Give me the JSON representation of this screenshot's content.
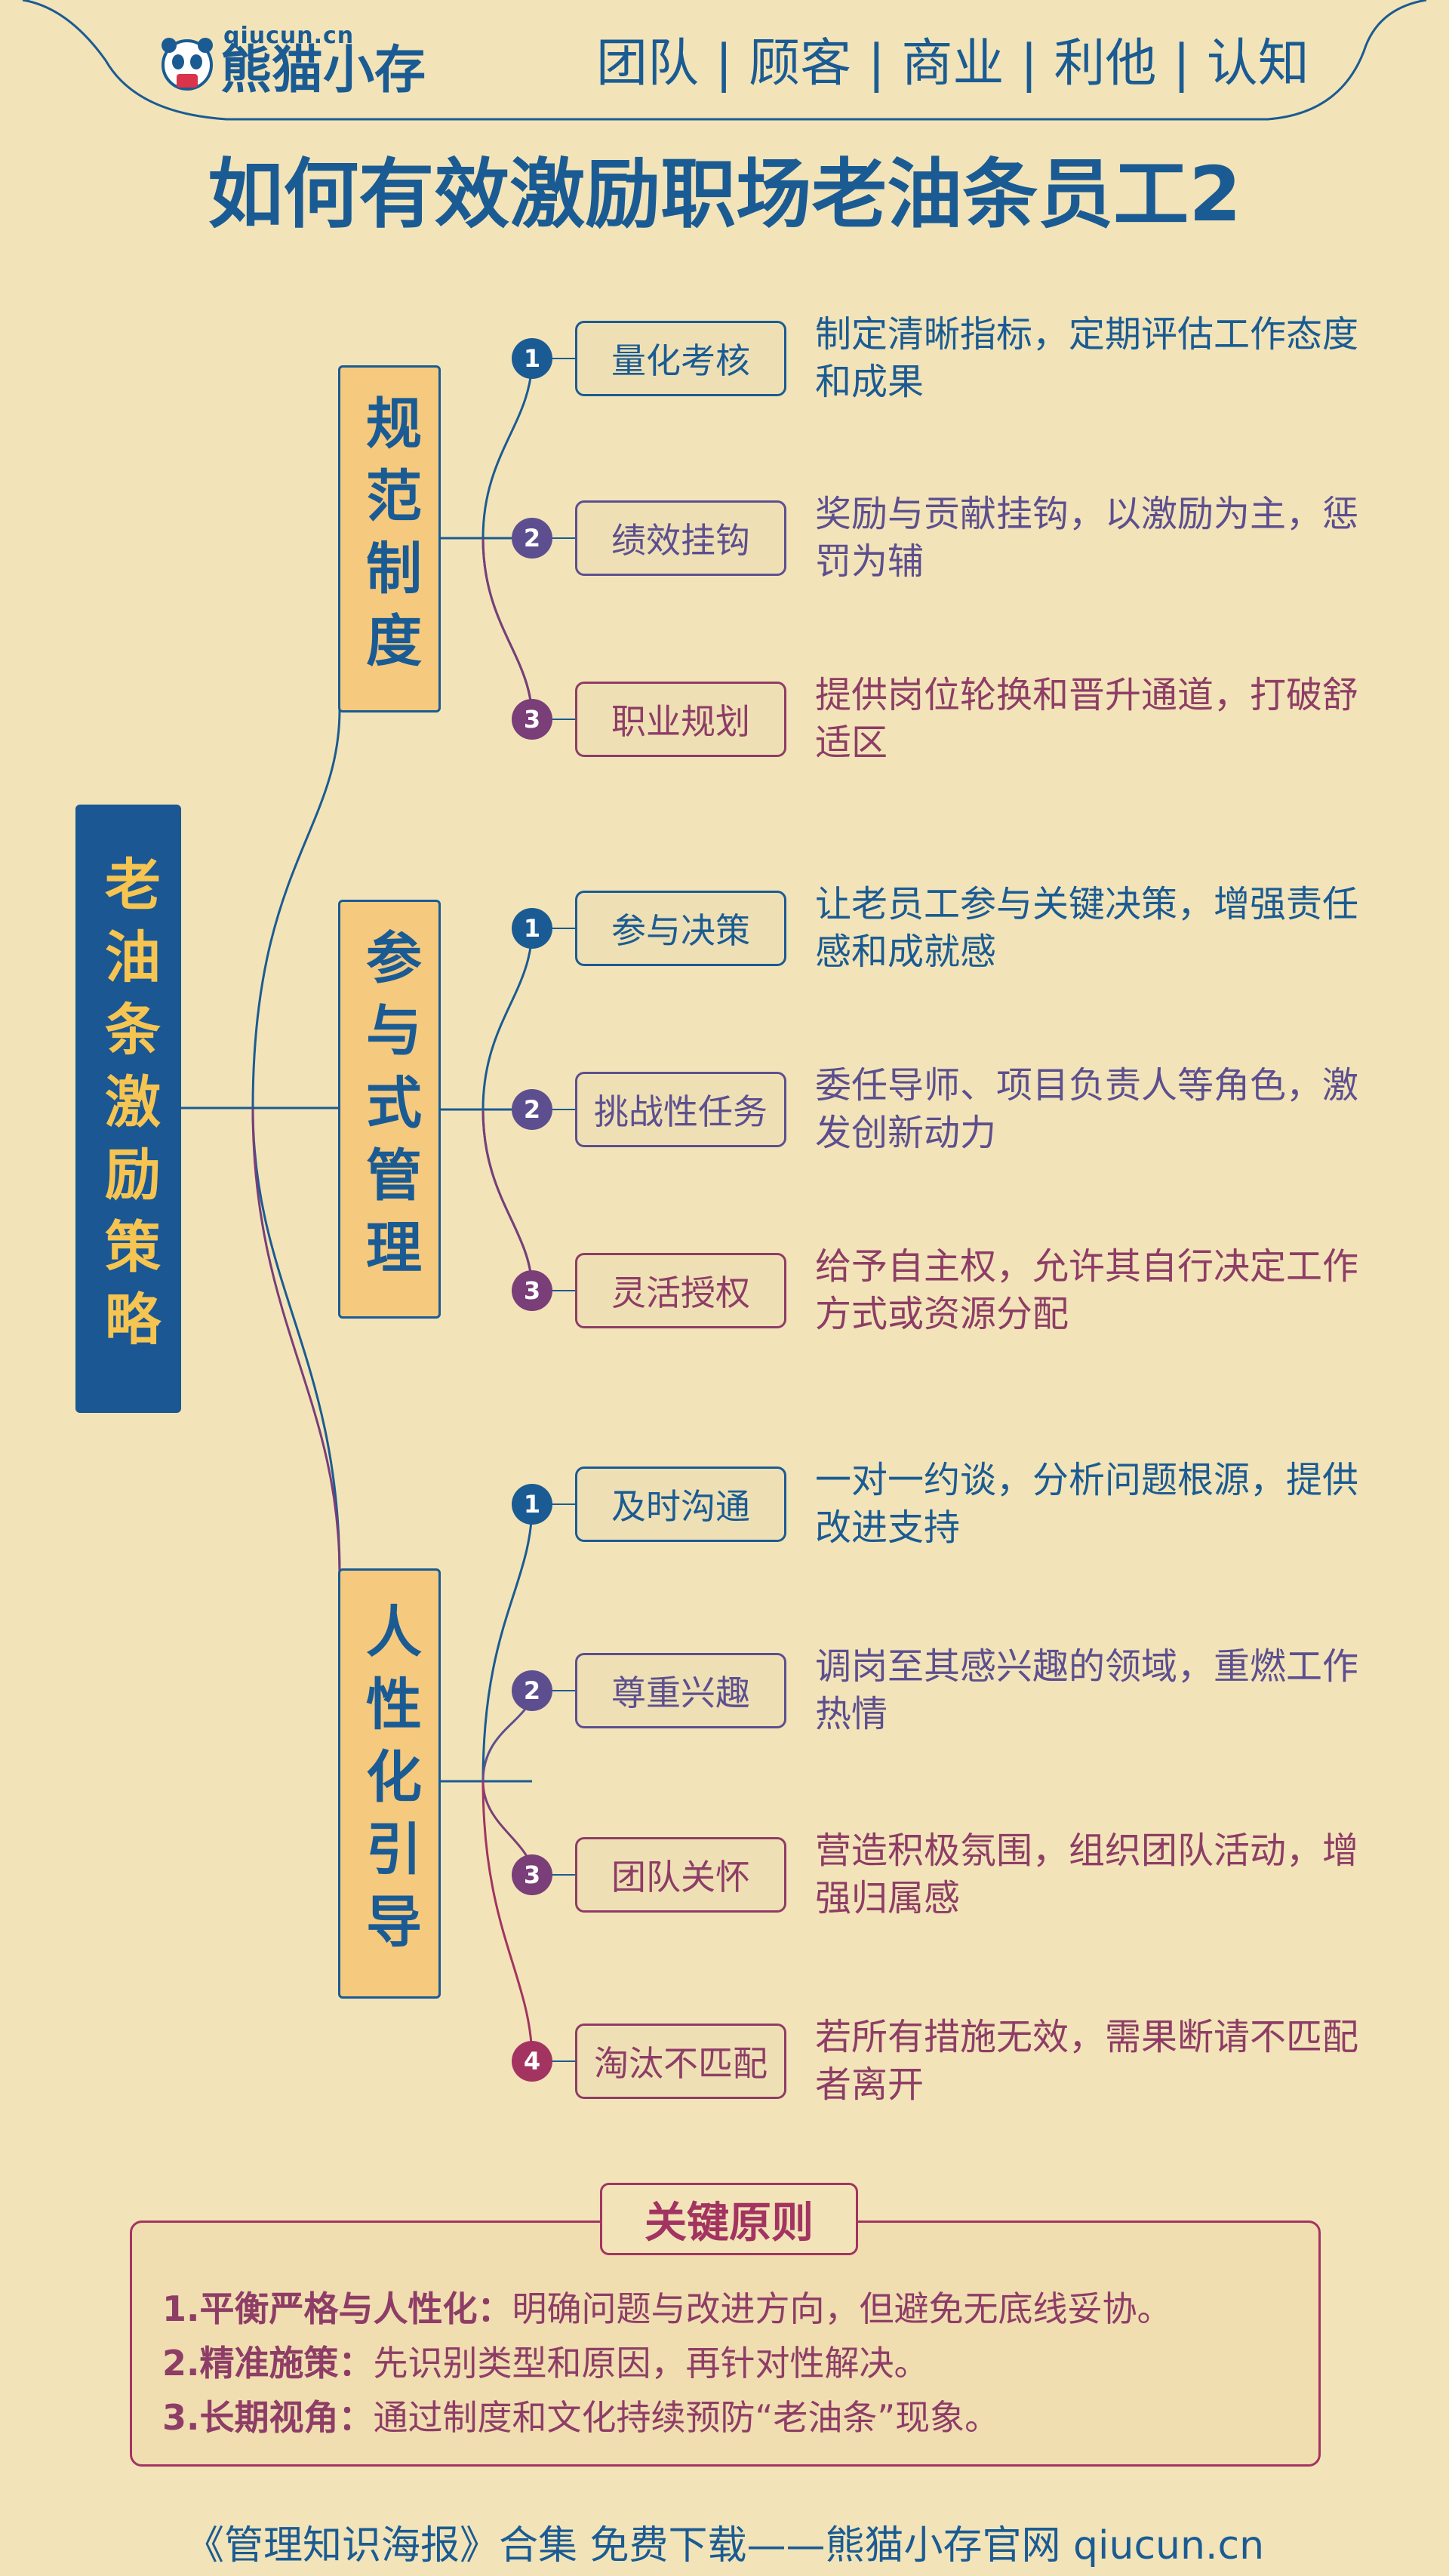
{
  "header": {
    "logo_domain": "qiucun.cn",
    "logo_name": "熊猫小存",
    "nav_items": [
      "团队",
      "顾客",
      "商业",
      "利他",
      "认知"
    ]
  },
  "title": "如何有效激励职场老油条员工2",
  "root": "老油条激励策略",
  "branches": [
    {
      "label": "规范制度",
      "items": [
        {
          "num": "1",
          "label": "量化考核",
          "desc": "制定清晰指标，定期评估工作态度和成果"
        },
        {
          "num": "2",
          "label": "绩效挂钩",
          "desc": "奖励与贡献挂钩，以激励为主，惩罚为辅"
        },
        {
          "num": "3",
          "label": "职业规划",
          "desc": "提供岗位轮换和晋升通道，打破舒适区"
        }
      ]
    },
    {
      "label": "参与式管理",
      "items": [
        {
          "num": "1",
          "label": "参与决策",
          "desc": "让老员工参与关键决策，增强责任感和成就感"
        },
        {
          "num": "2",
          "label": "挑战性任务",
          "desc": "委任导师、项目负责人等角色，激发创新动力"
        },
        {
          "num": "3",
          "label": "灵活授权",
          "desc": "给予自主权，允许其自行决定工作方式或资源分配"
        }
      ]
    },
    {
      "label": "人性化引导",
      "items": [
        {
          "num": "1",
          "label": "及时沟通",
          "desc": "一对一约谈，分析问题根源，提供改进支持"
        },
        {
          "num": "2",
          "label": "尊重兴趣",
          "desc": "调岗至其感兴趣的领域，重燃工作热情"
        },
        {
          "num": "3",
          "label": "团队关怀",
          "desc": "营造积极氛围，组织团队活动，增强归属感"
        },
        {
          "num": "4",
          "label": "淘汰不匹配",
          "desc": "若所有措施无效，需果断请不匹配者离开"
        }
      ]
    }
  ],
  "key_principles": {
    "title": "关键原则",
    "items": [
      {
        "head": "1.平衡严格与人性化：",
        "text": "明确问题与改进方向，但避免无底线妥协。"
      },
      {
        "head": "2.精准施策：",
        "text": "先识别类型和原因，再针对性解决。"
      },
      {
        "head": "3.长期视角：",
        "text": "通过制度和文化持续预防“老油条”现象。"
      }
    ]
  },
  "footer": "《管理知识海报》合集 免费下载——熊猫小存官网 qiucun.cn",
  "colors": {
    "background": "#f2e4b8",
    "primary_blue": "#1b5b93",
    "accent_yellow": "#f5c451",
    "purple": "#5d4f8f",
    "plum": "#8e3d66",
    "magenta": "#a33461"
  }
}
